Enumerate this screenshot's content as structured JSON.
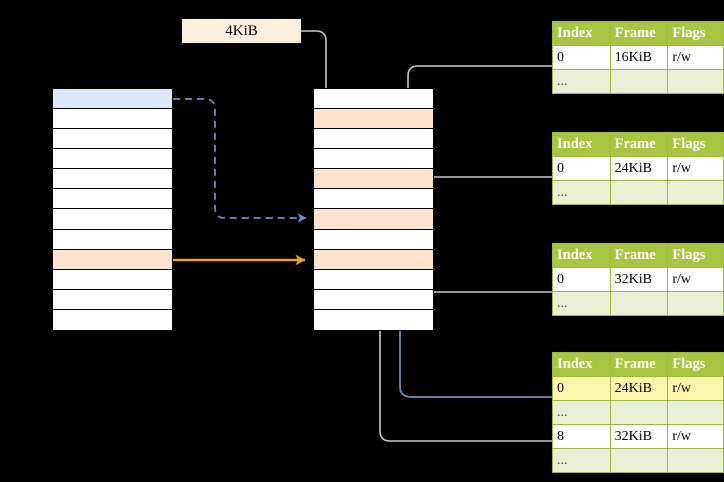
{
  "diagram": {
    "title": "page-table-walk",
    "size_label": {
      "text": "4KiB"
    },
    "colors": {
      "table_header_green": "#a8c540",
      "table_ellipsis_green": "#e9efd5",
      "highlight_yellow": "#fdf5ad",
      "peach": "#fde3cd",
      "blue_row": "#dce8f8",
      "orange_arrow": "#e8a317",
      "blue_arrow": "#6b8fc4",
      "gray_wire": "#c8c8c8"
    },
    "left_column": {
      "name": "source-page-table",
      "row_count": 12,
      "rows": [
        {
          "index": 0,
          "fill": "blue",
          "label": ""
        },
        {
          "index": 1,
          "fill": "white",
          "label": ""
        },
        {
          "index": 2,
          "fill": "white",
          "label": ""
        },
        {
          "index": 3,
          "fill": "white",
          "label": ""
        },
        {
          "index": 4,
          "fill": "white",
          "label": ""
        },
        {
          "index": 5,
          "fill": "white",
          "label": ""
        },
        {
          "index": 6,
          "fill": "white",
          "label": ""
        },
        {
          "index": 7,
          "fill": "white",
          "label": ""
        },
        {
          "index": 8,
          "fill": "peach",
          "label": ""
        },
        {
          "index": 9,
          "fill": "white",
          "label": ""
        },
        {
          "index": 10,
          "fill": "white",
          "label": ""
        },
        {
          "index": 11,
          "fill": "white",
          "label": ""
        }
      ]
    },
    "middle_column": {
      "name": "destination-page-table",
      "row_count": 12,
      "rows": [
        {
          "index": 0,
          "fill": "white",
          "label": ""
        },
        {
          "index": 1,
          "fill": "peach",
          "label": ""
        },
        {
          "index": 2,
          "fill": "white",
          "label": ""
        },
        {
          "index": 3,
          "fill": "white",
          "label": ""
        },
        {
          "index": 4,
          "fill": "peach",
          "label": ""
        },
        {
          "index": 5,
          "fill": "white",
          "label": ""
        },
        {
          "index": 6,
          "fill": "peach",
          "label": ""
        },
        {
          "index": 7,
          "fill": "white",
          "label": ""
        },
        {
          "index": 8,
          "fill": "peach",
          "label": ""
        },
        {
          "index": 9,
          "fill": "white",
          "label": ""
        },
        {
          "index": 10,
          "fill": "white",
          "label": ""
        },
        {
          "index": 11,
          "fill": "white",
          "label": ""
        }
      ]
    },
    "tables": [
      {
        "name": "frame-table-1",
        "headers": [
          "Index",
          "Frame",
          "Flags"
        ],
        "rows": [
          {
            "type": "data",
            "cells": [
              "0",
              "16KiB",
              "r/w"
            ],
            "highlight": [
              false,
              false,
              false
            ]
          },
          {
            "type": "ellipsis",
            "cells": [
              "...",
              "",
              ""
            ],
            "highlight": [
              false,
              false,
              false
            ]
          }
        ]
      },
      {
        "name": "frame-table-2",
        "headers": [
          "Index",
          "Frame",
          "Flags"
        ],
        "rows": [
          {
            "type": "data",
            "cells": [
              "0",
              "24KiB",
              "r/w"
            ],
            "highlight": [
              false,
              false,
              false
            ]
          },
          {
            "type": "ellipsis",
            "cells": [
              "...",
              "",
              ""
            ],
            "highlight": [
              false,
              false,
              false
            ]
          }
        ]
      },
      {
        "name": "frame-table-3",
        "headers": [
          "Index",
          "Frame",
          "Flags"
        ],
        "rows": [
          {
            "type": "data",
            "cells": [
              "0",
              "32KiB",
              "r/w"
            ],
            "highlight": [
              false,
              false,
              false
            ]
          },
          {
            "type": "ellipsis",
            "cells": [
              "...",
              "",
              ""
            ],
            "highlight": [
              false,
              false,
              false
            ]
          }
        ]
      },
      {
        "name": "frame-table-4",
        "headers": [
          "Index",
          "Frame",
          "Flags"
        ],
        "rows": [
          {
            "type": "data",
            "cells": [
              "0",
              "24KiB",
              "r/w"
            ],
            "highlight": [
              true,
              true,
              true
            ]
          },
          {
            "type": "ellipsis",
            "cells": [
              "...",
              "",
              ""
            ],
            "highlight": [
              false,
              false,
              false
            ]
          },
          {
            "type": "data",
            "cells": [
              "8",
              "32KiB",
              "r/w"
            ],
            "highlight": [
              false,
              false,
              false
            ]
          },
          {
            "type": "ellipsis",
            "cells": [
              "...",
              "",
              ""
            ],
            "highlight": [
              false,
              false,
              false
            ]
          }
        ]
      }
    ]
  }
}
